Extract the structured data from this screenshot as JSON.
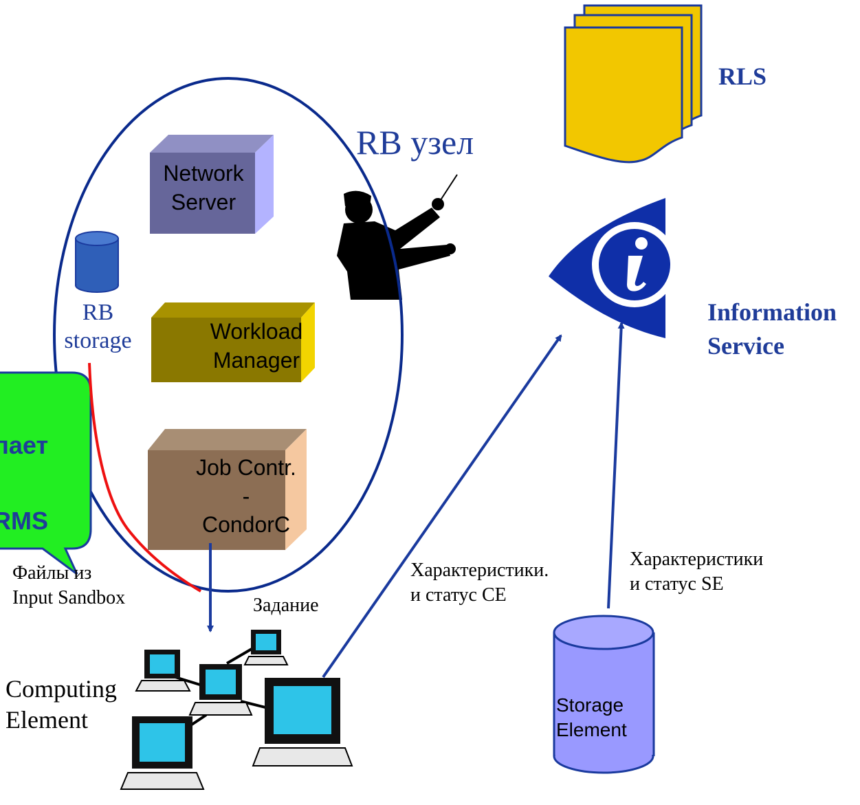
{
  "rb_node": {
    "title": "RB узел"
  },
  "boxes": {
    "network_server": [
      "Network",
      "Server"
    ],
    "workload_manager": [
      "Workload",
      "Manager"
    ],
    "job_controller": [
      "Job Contr.",
      "-",
      "CondorC"
    ]
  },
  "rb_storage": {
    "label": [
      "RB",
      "storage"
    ]
  },
  "rls": {
    "label": "RLS"
  },
  "information_service": {
    "label": [
      "Information",
      "Service"
    ]
  },
  "callout": {
    "text": [
      "лает",
      "RMS"
    ]
  },
  "annotations": {
    "input_files": [
      "Файлы из",
      "Input Sandbox"
    ],
    "job": "Задание",
    "ce_status": [
      "Характеристики.",
      "и статус CE"
    ],
    "se_status": [
      "Характеристики",
      "и статус SE"
    ]
  },
  "computing_element": {
    "label": [
      "Computing",
      "Element"
    ]
  },
  "storage_element": {
    "label": [
      "Storage",
      "Element"
    ]
  },
  "colors": {
    "ellipse": "#0a2a8c",
    "arrow": "#1a3a9e",
    "network_server": "#66669a",
    "workload_manager": "#8a7800",
    "job_controller": "#8c6e54",
    "rls": "#f2c700",
    "info_eye": "#0f2fa8",
    "callout": "#22ee22",
    "storage": "#9999ff",
    "red_line": "#ee1111"
  }
}
